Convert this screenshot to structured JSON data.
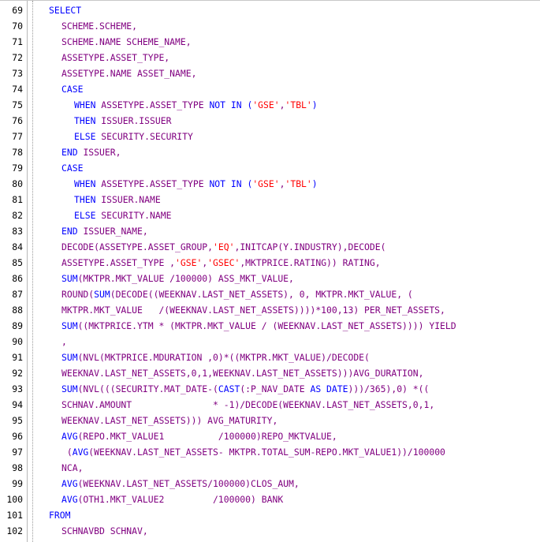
{
  "editor": {
    "lines": [
      {
        "no": "69",
        "indent": 1,
        "tokens": [
          [
            "k",
            "SELECT"
          ]
        ]
      },
      {
        "no": "70",
        "indent": 2,
        "tokens": [
          [
            "i",
            "SCHEME.SCHEME,"
          ]
        ]
      },
      {
        "no": "71",
        "indent": 2,
        "tokens": [
          [
            "i",
            "SCHEME.NAME SCHEME_NAME,"
          ]
        ]
      },
      {
        "no": "72",
        "indent": 2,
        "tokens": [
          [
            "i",
            "ASSETYPE.ASSET_TYPE,"
          ]
        ]
      },
      {
        "no": "73",
        "indent": 2,
        "tokens": [
          [
            "i",
            "ASSETYPE.NAME ASSET_NAME,"
          ]
        ]
      },
      {
        "no": "74",
        "indent": 2,
        "tokens": [
          [
            "k",
            "CASE"
          ]
        ]
      },
      {
        "no": "75",
        "indent": 3,
        "tokens": [
          [
            "k",
            "WHEN "
          ],
          [
            "i",
            "ASSETYPE.ASSET_TYPE "
          ],
          [
            "k",
            "NOT IN "
          ],
          [
            "p",
            "("
          ],
          [
            "s",
            "'GSE'"
          ],
          [
            "i",
            ","
          ],
          [
            "s",
            "'TBL'"
          ],
          [
            "p",
            ")"
          ]
        ]
      },
      {
        "no": "76",
        "indent": 3,
        "tokens": [
          [
            "k",
            "THEN "
          ],
          [
            "i",
            "ISSUER.ISSUER"
          ]
        ]
      },
      {
        "no": "77",
        "indent": 3,
        "tokens": [
          [
            "k",
            "ELSE "
          ],
          [
            "i",
            "SECURITY.SECURITY"
          ]
        ]
      },
      {
        "no": "78",
        "indent": 2,
        "tokens": [
          [
            "k",
            "END "
          ],
          [
            "i",
            "ISSUER,"
          ]
        ]
      },
      {
        "no": "79",
        "indent": 2,
        "tokens": [
          [
            "k",
            "CASE"
          ]
        ]
      },
      {
        "no": "80",
        "indent": 3,
        "tokens": [
          [
            "k",
            "WHEN "
          ],
          [
            "i",
            "ASSETYPE.ASSET_TYPE "
          ],
          [
            "k",
            "NOT IN "
          ],
          [
            "p",
            "("
          ],
          [
            "s",
            "'GSE'"
          ],
          [
            "i",
            ","
          ],
          [
            "s",
            "'TBL'"
          ],
          [
            "p",
            ")"
          ]
        ]
      },
      {
        "no": "81",
        "indent": 3,
        "tokens": [
          [
            "k",
            "THEN "
          ],
          [
            "i",
            "ISSUER.NAME"
          ]
        ]
      },
      {
        "no": "82",
        "indent": 3,
        "tokens": [
          [
            "k",
            "ELSE "
          ],
          [
            "i",
            "SECURITY.NAME"
          ]
        ]
      },
      {
        "no": "83",
        "indent": 2,
        "tokens": [
          [
            "k",
            "END "
          ],
          [
            "i",
            "ISSUER_NAME,"
          ]
        ]
      },
      {
        "no": "84",
        "indent": 2,
        "tokens": [
          [
            "i",
            "DECODE(ASSETYPE.ASSET_GROUP,"
          ],
          [
            "s",
            "'EQ'"
          ],
          [
            "i",
            ",INITCAP(Y.INDUSTRY),DECODE("
          ]
        ]
      },
      {
        "no": "85",
        "indent": 2,
        "tokens": [
          [
            "i",
            "ASSETYPE.ASSET_TYPE ,"
          ],
          [
            "s",
            "'GSE'"
          ],
          [
            "i",
            ","
          ],
          [
            "s",
            "'GSEC'"
          ],
          [
            "i",
            ",MKTPRICE.RATING)) RATING,"
          ]
        ]
      },
      {
        "no": "86",
        "indent": 2,
        "tokens": [
          [
            "k",
            "SUM"
          ],
          [
            "i",
            "(MKTPR.MKT_VALUE /100000) ASS_MKT_VALUE,"
          ]
        ]
      },
      {
        "no": "87",
        "indent": 2,
        "tokens": [
          [
            "i",
            "ROUND("
          ],
          [
            "k",
            "SUM"
          ],
          [
            "i",
            "(DECODE((WEEKNAV.LAST_NET_ASSETS), 0, MKTPR.MKT_VALUE, ("
          ]
        ]
      },
      {
        "no": "88",
        "indent": 2,
        "tokens": [
          [
            "i",
            "MKTPR.MKT_VALUE   /(WEEKNAV.LAST_NET_ASSETS))))*100,13) PER_NET_ASSETS,"
          ]
        ]
      },
      {
        "no": "89",
        "indent": 2,
        "tokens": [
          [
            "k",
            "SUM"
          ],
          [
            "i",
            "((MKTPRICE.YTM * (MKTPR.MKT_VALUE / (WEEKNAV.LAST_NET_ASSETS)))) YIELD"
          ]
        ]
      },
      {
        "no": "90",
        "indent": 2,
        "tokens": [
          [
            "i",
            ","
          ]
        ]
      },
      {
        "no": "91",
        "indent": 2,
        "tokens": [
          [
            "k",
            "SUM"
          ],
          [
            "i",
            "(NVL(MKTPRICE.MDURATION ,0)*((MKTPR.MKT_VALUE)/DECODE("
          ]
        ]
      },
      {
        "no": "92",
        "indent": 2,
        "tokens": [
          [
            "i",
            "WEEKNAV.LAST_NET_ASSETS,0,1,WEEKNAV.LAST_NET_ASSETS)))AVG_DURATION,"
          ]
        ]
      },
      {
        "no": "93",
        "indent": 2,
        "tokens": [
          [
            "k",
            "SUM"
          ],
          [
            "i",
            "(NVL(((SECURITY.MAT_DATE-("
          ],
          [
            "k",
            "CAST"
          ],
          [
            "i",
            "(:P_NAV_DATE "
          ],
          [
            "k",
            "AS DATE"
          ],
          [
            "i",
            ")))/365),0) *(("
          ]
        ]
      },
      {
        "no": "94",
        "indent": 2,
        "tokens": [
          [
            "i",
            "SCHNAV.AMOUNT               * -1)/DECODE(WEEKNAV.LAST_NET_ASSETS,0,1,"
          ]
        ]
      },
      {
        "no": "95",
        "indent": 2,
        "tokens": [
          [
            "i",
            "WEEKNAV.LAST_NET_ASSETS))) AVG_MATURITY,"
          ]
        ]
      },
      {
        "no": "96",
        "indent": 2,
        "tokens": [
          [
            "k",
            "AVG"
          ],
          [
            "i",
            "(REPO.MKT_VALUE1          /100000)REPO_MKTVALUE,"
          ]
        ]
      },
      {
        "no": "97",
        "indent": 2,
        "tokens": [
          [
            "i",
            " ("
          ],
          [
            "k",
            "AVG"
          ],
          [
            "i",
            "(WEEKNAV.LAST_NET_ASSETS- MKTPR.TOTAL_SUM-REPO.MKT_VALUE1))/100000"
          ]
        ]
      },
      {
        "no": "98",
        "indent": 2,
        "tokens": [
          [
            "i",
            "NCA,"
          ]
        ]
      },
      {
        "no": "99",
        "indent": 2,
        "tokens": [
          [
            "k",
            "AVG"
          ],
          [
            "i",
            "(WEEKNAV.LAST_NET_ASSETS/100000)CLOS_AUM,"
          ]
        ]
      },
      {
        "no": "100",
        "indent": 2,
        "tokens": [
          [
            "k",
            "AVG"
          ],
          [
            "i",
            "(OTH1.MKT_VALUE2         /100000) BANK"
          ]
        ]
      },
      {
        "no": "101",
        "indent": 1,
        "tokens": [
          [
            "k",
            "FROM"
          ]
        ]
      },
      {
        "no": "102",
        "indent": 2,
        "tokens": [
          [
            "i",
            "SCHNAVBD SCHNAV,"
          ]
        ]
      }
    ]
  }
}
